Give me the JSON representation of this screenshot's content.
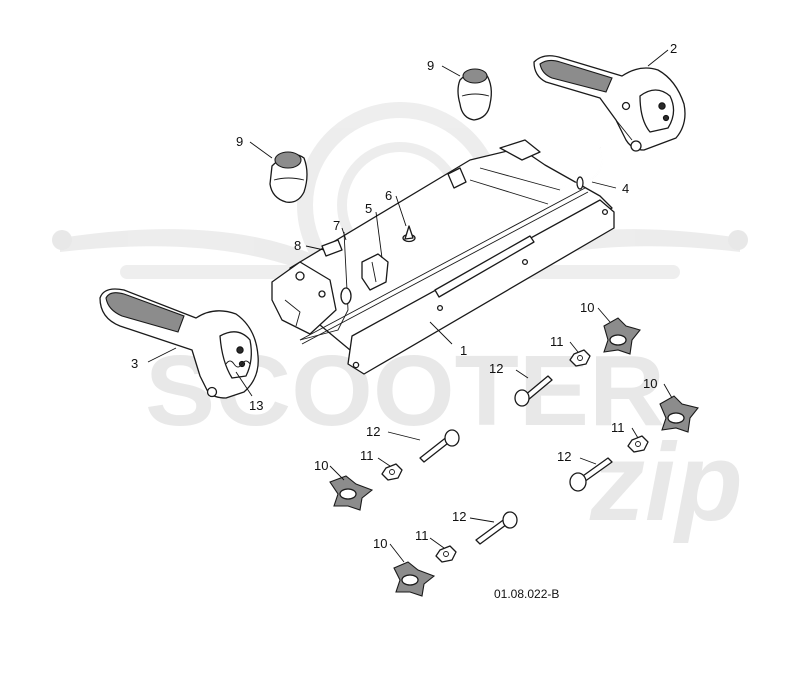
{
  "diagram_code": "01.08.022-B",
  "watermark": {
    "brand": "SCOOTER",
    "mark": "zip"
  },
  "callouts": {
    "c1": "1",
    "c2": "2",
    "c3": "3",
    "c4": "4",
    "c5": "5",
    "c6": "6",
    "c7": "7",
    "c8": "8",
    "c9a": "9",
    "c9b": "9",
    "c10a": "10",
    "c10b": "10",
    "c10c": "10",
    "c10d": "10",
    "c11a": "11",
    "c11b": "11",
    "c11c": "11",
    "c11d": "11",
    "c12a": "12",
    "c12b": "12",
    "c12c": "12",
    "c12d": "12",
    "c13": "13"
  }
}
